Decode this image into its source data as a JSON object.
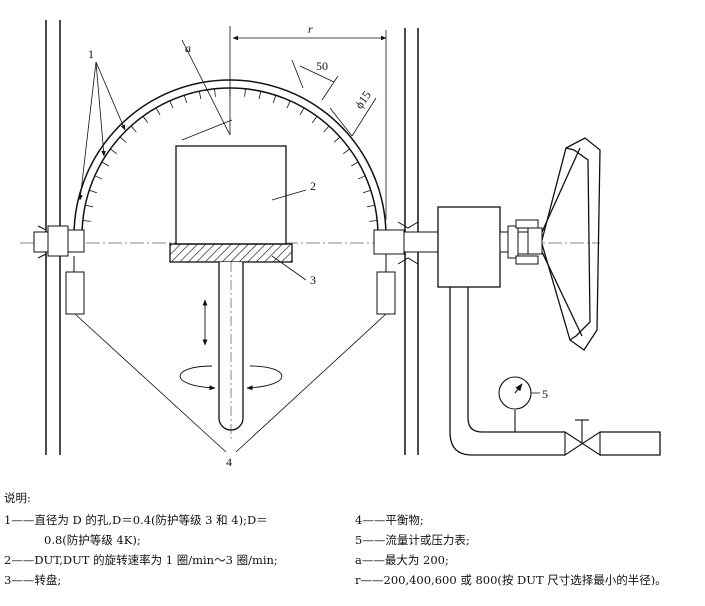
{
  "labels": {
    "callout_1": "1",
    "callout_2": "2",
    "callout_3": "3",
    "callout_4": "4",
    "callout_5": "5",
    "dim_a": "a",
    "dim_r": "r",
    "dim_50": "50",
    "dim_phi15": "ϕ15"
  },
  "legend": {
    "title": "说明:",
    "left": [
      "1——直径为 D 的孔,D＝0.4(防护等级 3 和 4);D＝",
      "0.8(防护等级 4K);",
      "2——DUT,DUT 的旋转速率为 1 圈/min～3 圈/min;",
      "3——转盘;"
    ],
    "right": [
      "4——平衡物;",
      "5——流量计或压力表;",
      "a——最大为 200;",
      "r——200,400,600 或 800(按 DUT 尺寸选择最小的半径)。"
    ]
  }
}
